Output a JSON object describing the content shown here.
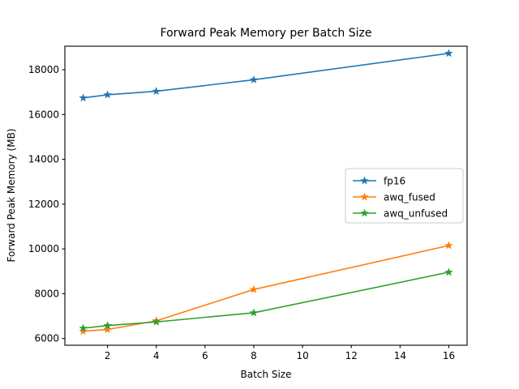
{
  "chart_data": {
    "type": "line",
    "title": "Forward Peak Memory per Batch Size",
    "xlabel": "Batch Size",
    "ylabel": "Forward Peak Memory (MB)",
    "x": [
      1,
      2,
      4,
      8,
      16
    ],
    "xlim": [
      0.25,
      16.75
    ],
    "ylim": [
      5700,
      19050
    ],
    "xticks": [
      2,
      4,
      6,
      8,
      10,
      12,
      14,
      16
    ],
    "xticklabels": [
      "2",
      "4",
      "6",
      "8",
      "10",
      "12",
      "14",
      "16"
    ],
    "yticks": [
      6000,
      8000,
      10000,
      12000,
      14000,
      16000,
      18000
    ],
    "yticklabels": [
      "6000",
      "8000",
      "10000",
      "12000",
      "14000",
      "16000",
      "18000"
    ],
    "grid": false,
    "marker": "star",
    "legend_position": "center-right",
    "series": [
      {
        "name": "fp16",
        "color": "#1f77b4",
        "values": [
          16740,
          16880,
          17040,
          17550,
          18730
        ]
      },
      {
        "name": "awq_fused",
        "color": "#ff7f0e",
        "values": [
          6330,
          6400,
          6790,
          8190,
          10150
        ]
      },
      {
        "name": "awq_unfused",
        "color": "#2ca02c",
        "values": [
          6460,
          6580,
          6740,
          7150,
          8960
        ]
      }
    ]
  },
  "figure": {
    "background_color": "#ffffff",
    "axes_color": "#000000"
  }
}
